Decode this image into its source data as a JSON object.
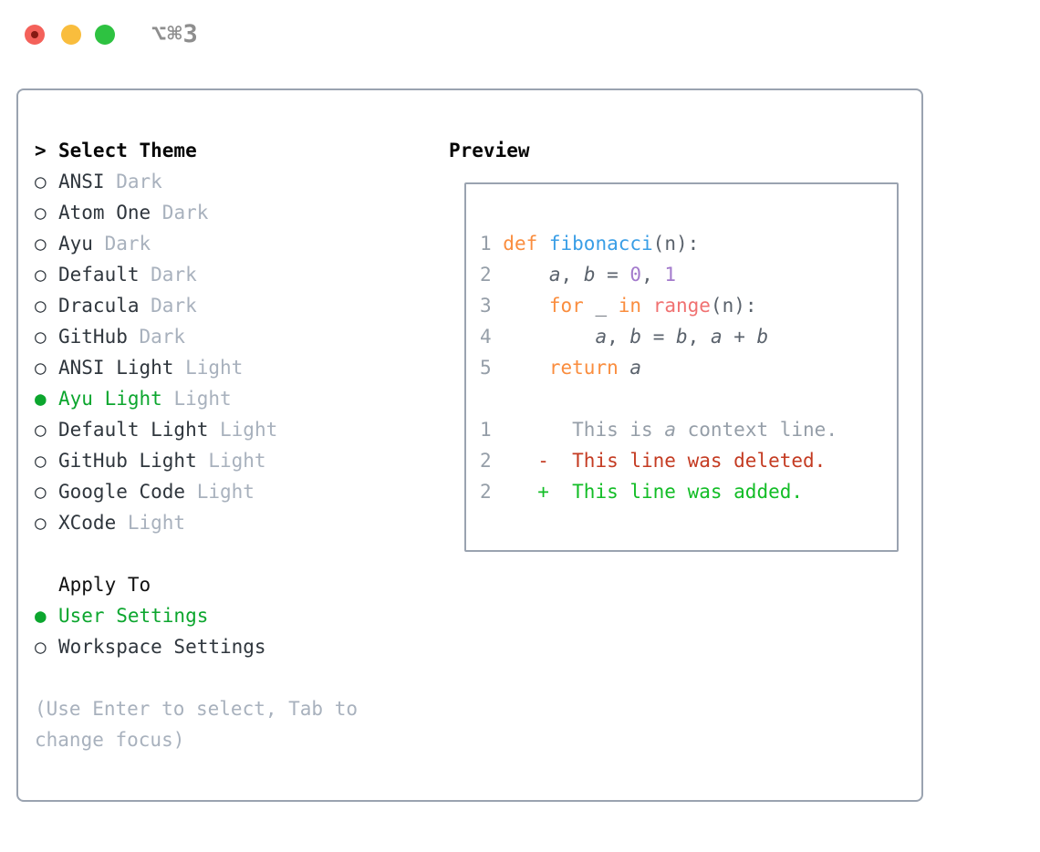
{
  "window": {
    "title": "⌥⌘3"
  },
  "icons": {
    "close_button": "red-circle-with-dot",
    "minimize_button": "yellow-circle",
    "zoom_button": "green-circle",
    "radio_unselected": "○",
    "radio_selected": "●",
    "cursor_prefix": ">"
  },
  "theme_selector": {
    "header": "Select Theme",
    "header_prefix": ">",
    "items": [
      {
        "bullet": "○",
        "name": "ANSI",
        "variant": "Dark",
        "selected": false
      },
      {
        "bullet": "○",
        "name": "Atom One",
        "variant": "Dark",
        "selected": false
      },
      {
        "bullet": "○",
        "name": "Ayu",
        "variant": "Dark",
        "selected": false
      },
      {
        "bullet": "○",
        "name": "Default",
        "variant": "Dark",
        "selected": false
      },
      {
        "bullet": "○",
        "name": "Dracula",
        "variant": "Dark",
        "selected": false
      },
      {
        "bullet": "○",
        "name": "GitHub",
        "variant": "Dark",
        "selected": false
      },
      {
        "bullet": "○",
        "name": "ANSI Light",
        "variant": "Light",
        "selected": false
      },
      {
        "bullet": "●",
        "name": "Ayu Light",
        "variant": "Light",
        "selected": true
      },
      {
        "bullet": "○",
        "name": "Default Light",
        "variant": "Light",
        "selected": false
      },
      {
        "bullet": "○",
        "name": "GitHub Light",
        "variant": "Light",
        "selected": false
      },
      {
        "bullet": "○",
        "name": "Google Code",
        "variant": "Light",
        "selected": false
      },
      {
        "bullet": "○",
        "name": "XCode",
        "variant": "Light",
        "selected": false
      }
    ]
  },
  "apply_to": {
    "header": "Apply To",
    "options": [
      {
        "bullet": "●",
        "label": "User Settings",
        "selected": true
      },
      {
        "bullet": "○",
        "label": "Workspace Settings",
        "selected": false
      }
    ]
  },
  "help_text": "(Use Enter to select, Tab to change focus)",
  "preview": {
    "header": "Preview",
    "code": {
      "l1": {
        "num": "1",
        "kw": "def ",
        "fn": "fibonacci",
        "rest": "(n):"
      },
      "l2": {
        "num": "2",
        "pre": "    ",
        "v1": "a",
        "p1": ", ",
        "v2": "b",
        "p2": " = ",
        "n1": "0",
        "p3": ", ",
        "n2": "1"
      },
      "l3": {
        "num": "3",
        "pre": "    ",
        "k1": "for",
        "p1": " _ ",
        "k2": "in",
        "p2": " ",
        "c1": "range",
        "p3": "(n):"
      },
      "l4": {
        "num": "4",
        "pre": "        ",
        "v1": "a",
        "p1": ", ",
        "v2": "b",
        "p2": " = ",
        "v3": "b",
        "p3": ", ",
        "v4": "a",
        "p4": " + ",
        "v5": "b"
      },
      "l5": {
        "num": "5",
        "pre": "    ",
        "k1": "return",
        "p1": " ",
        "v1": "a"
      }
    },
    "diff": {
      "context": {
        "num": "1",
        "p1": "      This is ",
        "v": "a",
        "p2": " context line."
      },
      "deleted": {
        "num": "2",
        "text": "   -  This line was deleted."
      },
      "added": {
        "num": "2",
        "text": "   +  This line was added."
      }
    }
  },
  "colors": {
    "accent_green": "#0ca62e",
    "diff_red": "#c43b22",
    "diff_green": "#12bd26",
    "keyword_orange": "#fa8d3e",
    "function_blue": "#399ee6",
    "call_coral": "#f07171",
    "number_purple": "#a37acc",
    "muted_gray": "#a8b1bd",
    "line_number_gray": "#959ea8",
    "code_foreground": "#5a626c",
    "border_gray": "#9aa3b0"
  }
}
